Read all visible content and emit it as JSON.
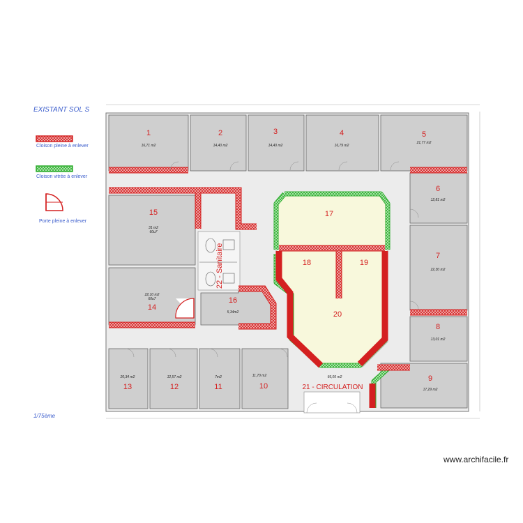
{
  "legend": {
    "title": "EXISTANT SOL S",
    "item_plein": "Cloison pleine à enlever",
    "item_vitree": "Cloison vitrée à enlever",
    "item_porte": "Porte pleine à enlever"
  },
  "scale": "1/75ème",
  "watermark": "www.archifacile.fr",
  "colors": {
    "wall_red": "#d42020",
    "wall_green": "#3cc83c",
    "room_grey": "#cfcfcf",
    "room_yellow": "#f8f8dc",
    "floor": "#ececec"
  },
  "rooms": {
    "r1": {
      "num": "1",
      "area": "16,71 m2"
    },
    "r2": {
      "num": "2",
      "area": "14,40 m2"
    },
    "r3": {
      "num": "3",
      "area": "14,40 m2"
    },
    "r4": {
      "num": "4",
      "area": "16,79 m2"
    },
    "r5": {
      "num": "5",
      "area": "21,77 m2"
    },
    "r6": {
      "num": "6",
      "area": "12,81 m2"
    },
    "r7": {
      "num": "7",
      "area": "22,30 m2"
    },
    "r8": {
      "num": "8",
      "area": "13,01 m2"
    },
    "r9": {
      "num": "9",
      "area": "17,29 m2"
    },
    "r10": {
      "num": "10",
      "area": "11,70 m2"
    },
    "r11": {
      "num": "11",
      "area": "7m2"
    },
    "r12": {
      "num": "12",
      "area": "12,57 m2"
    },
    "r13": {
      "num": "13",
      "area": "20,34 m2"
    },
    "r14": {
      "num": "14",
      "area": "22,10 m2",
      "area2": "60u7"
    },
    "r15": {
      "num": "15",
      "area": "31 m2",
      "area2": "60u7"
    },
    "r16": {
      "num": "16",
      "area": "5,34m2"
    },
    "r17": {
      "num": "17"
    },
    "r18": {
      "num": "18"
    },
    "r19": {
      "num": "19"
    },
    "r20": {
      "num": "20"
    },
    "r21": {
      "label": "21 - CIRCULATION",
      "area": "66,05 m2"
    },
    "r22": {
      "label": "22 - Sanitaire"
    }
  }
}
